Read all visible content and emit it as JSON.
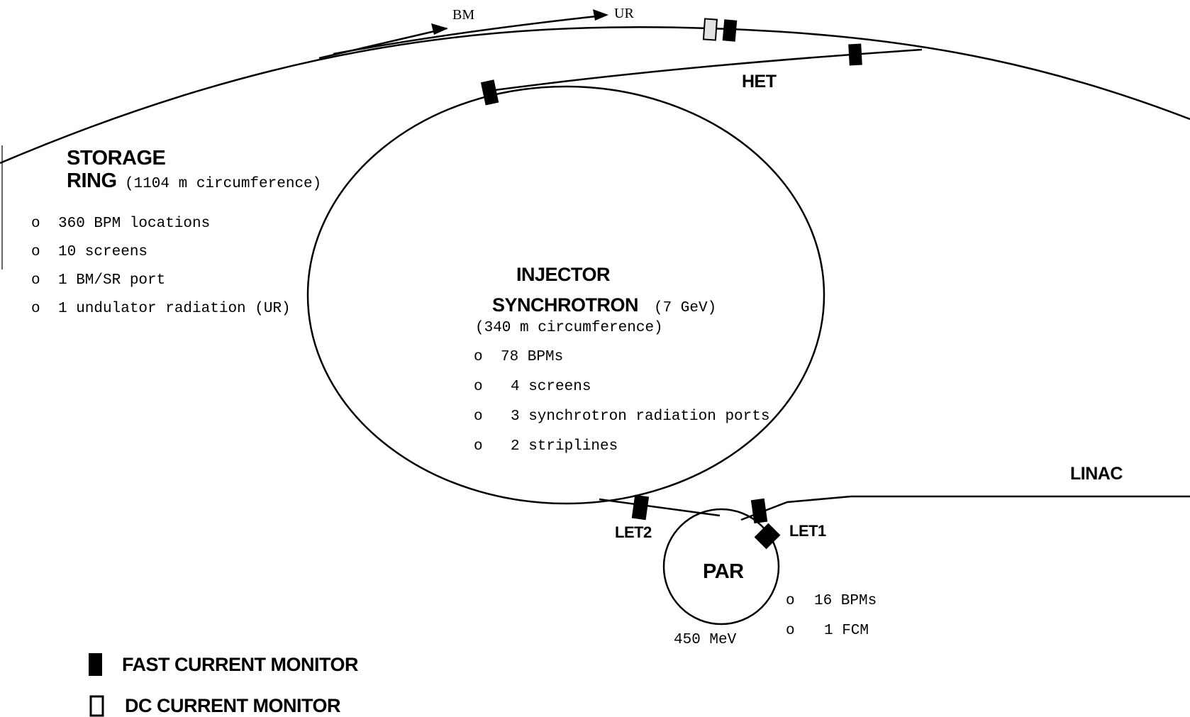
{
  "storage_ring": {
    "title_line1": "STORAGE",
    "title_line2": "RING",
    "circumference": "(1104 m circumference)",
    "features": [
      "360 BPM locations",
      "10 screens",
      "1 BM/SR port",
      "1 undulator radiation (UR)"
    ]
  },
  "beamlines": {
    "bm": "BM",
    "ur": "UR",
    "het": "HET",
    "let1": "LET1",
    "let2": "LET2",
    "linac": "LINAC"
  },
  "injector": {
    "title_line1": "INJECTOR",
    "title_line2": "SYNCHROTRON",
    "energy": "(7 GeV)",
    "circumference": "(340 m circumference)",
    "features": [
      "78 BPMs",
      "4 screens",
      "3 synchrotron radiation ports",
      "2 striplines"
    ]
  },
  "par": {
    "name": "PAR",
    "energy": "450 MeV",
    "features": [
      "16 BPMs",
      "1 FCM"
    ]
  },
  "bullet": "o",
  "legend": {
    "fast_current_monitor": "FAST CURRENT MONITOR",
    "dc_current_monitor": "DC CURRENT MONITOR"
  }
}
